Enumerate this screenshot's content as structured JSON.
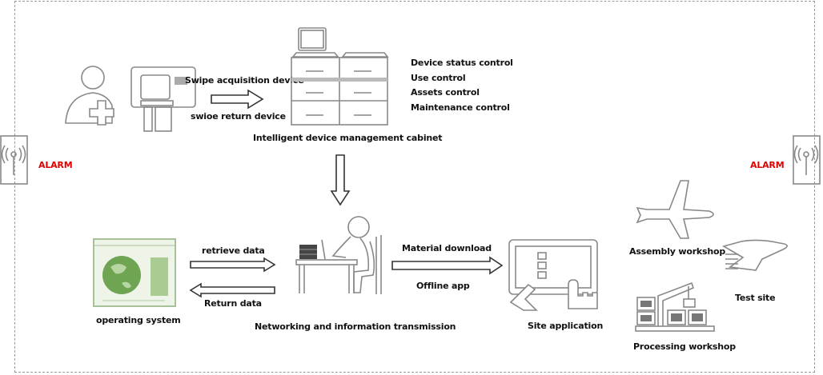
{
  "colors": {
    "alarm": "#e00000",
    "text": "#111111",
    "os_green": "#6fa552"
  },
  "top": {
    "swipe_acquisition": "Swipe acquisition device",
    "swipe_return": "swioe return device",
    "cabinet_label": "Intelligent device management cabinet",
    "controls": [
      "Device status control",
      "Use control",
      "Assets control",
      "Maintenance control"
    ]
  },
  "alarms": {
    "left": "ALARM",
    "right": "ALARM"
  },
  "bottom": {
    "os_label": "operating system",
    "retrieve": "retrieve data",
    "return": "Return data",
    "network_label": "Networking and information transmission",
    "material": "Material download",
    "offline": "Offline app",
    "site_label": "Site application",
    "assembly": "Assembly workshop",
    "test": "Test site",
    "processing": "Processing workshop"
  },
  "icons": [
    "user-with-terminal-icon",
    "cabinet-icon",
    "alarm-icon",
    "os-window-icon",
    "person-at-desk-icon",
    "tablet-touch-icon",
    "airplane-icon",
    "test-plane-icon",
    "factory-crane-icon"
  ]
}
